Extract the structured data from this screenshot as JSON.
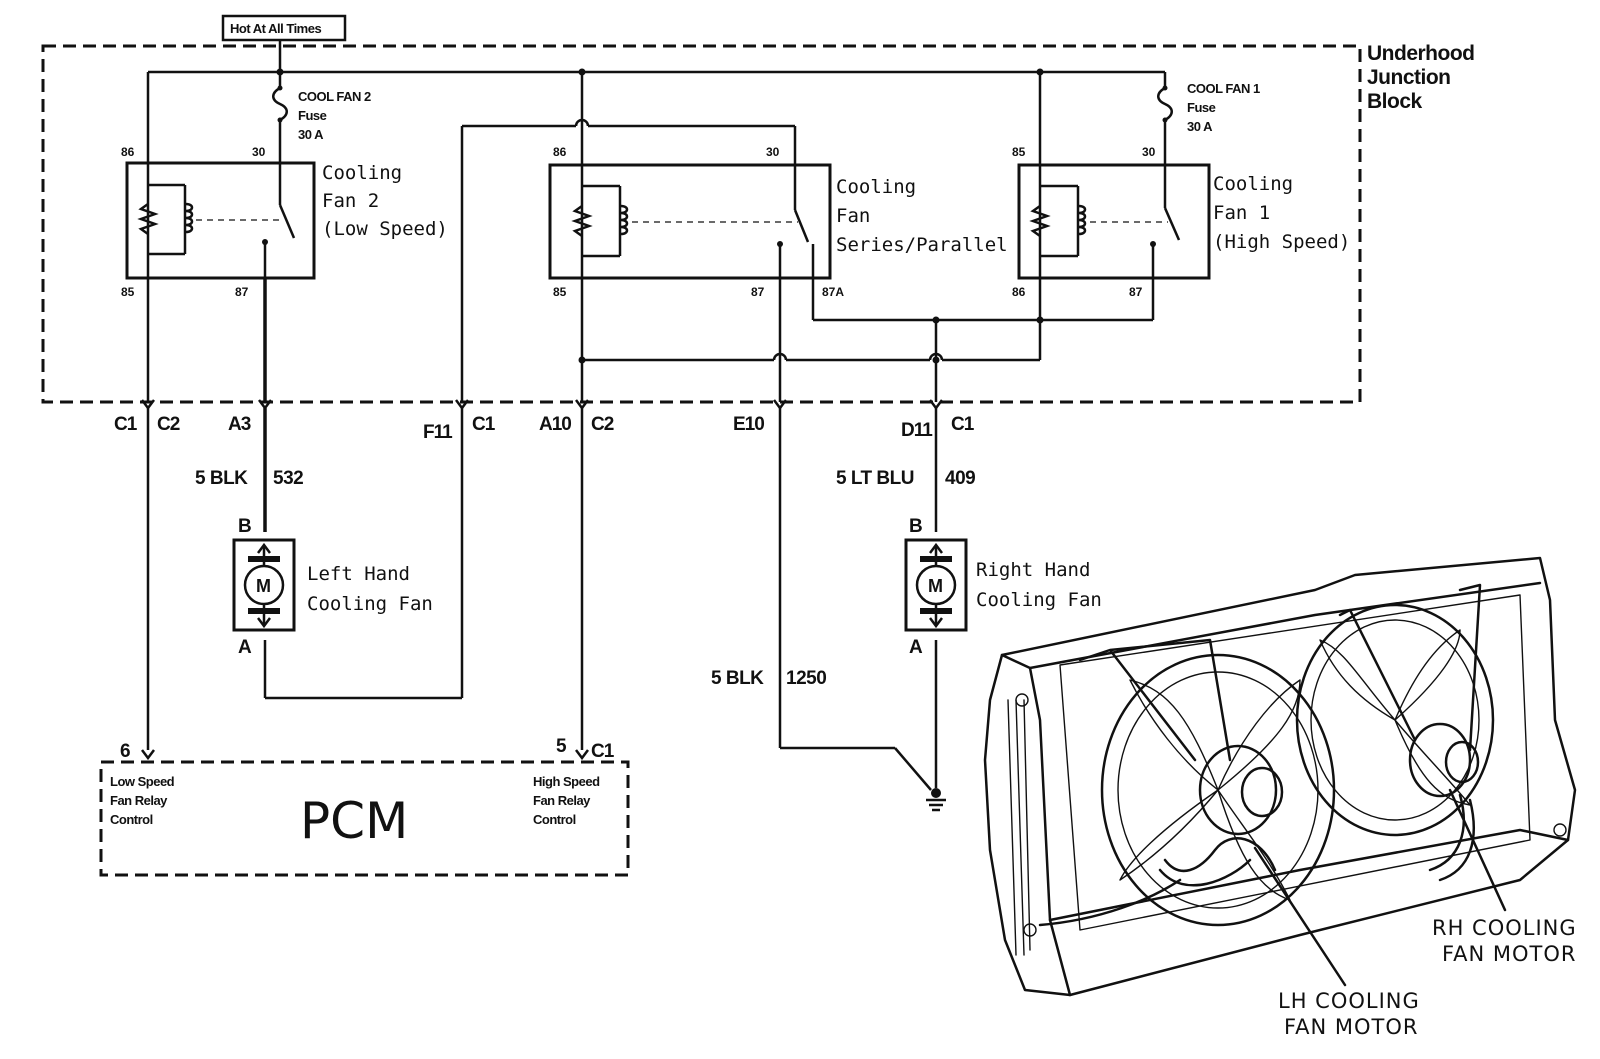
{
  "hot_label": "Hot At All Times",
  "block_label": [
    "Underhood",
    "Junction",
    "Block"
  ],
  "fuses": {
    "fan2": [
      "COOL FAN 2",
      "Fuse",
      "30 A"
    ],
    "fan1": [
      "COOL FAN 1",
      "Fuse",
      "30 A"
    ]
  },
  "relays": {
    "fan2": {
      "lines": [
        "Cooling",
        "Fan 2",
        "(Low Speed)"
      ],
      "pins": [
        "86",
        "30",
        "85",
        "87"
      ]
    },
    "series": {
      "lines": [
        "Cooling",
        "Fan",
        "Series/Parallel"
      ],
      "pins": [
        "86",
        "30",
        "85",
        "87",
        "87A"
      ]
    },
    "fan1": {
      "lines": [
        "Cooling",
        "Fan 1",
        "(High Speed)"
      ],
      "pins": [
        "85",
        "30",
        "86",
        "87"
      ]
    }
  },
  "connectors": {
    "c1": "C1",
    "c2a": "C2",
    "a3": "A3",
    "f11": "F11",
    "c1b": "C1",
    "a10": "A10",
    "c2b": "C2",
    "e10": "E10",
    "d11": "D11",
    "c1c": "C1",
    "pcm6": "6",
    "pcm5": "5",
    "pcm_c1": "C1"
  },
  "wires": {
    "lh_size_color": "5 BLK",
    "lh_circuit": "532",
    "rh_size_color": "5 LT BLU",
    "rh_circuit": "409",
    "ground_size_color": "5 BLK",
    "ground_circuit": "1250"
  },
  "motors": {
    "lh": {
      "lines": [
        "Left Hand",
        "Cooling Fan"
      ],
      "pin_top": "B",
      "pin_bottom": "A",
      "symbol": "M"
    },
    "rh": {
      "lines": [
        "Right Hand",
        "Cooling Fan"
      ],
      "pin_top": "B",
      "pin_bottom": "A",
      "symbol": "M"
    }
  },
  "pcm": {
    "title": "PCM",
    "low": [
      "Low Speed",
      "Fan Relay",
      "Control"
    ],
    "high": [
      "High Speed",
      "Fan Relay",
      "Control"
    ]
  },
  "illustration": {
    "rh_callout": [
      "RH COOLING",
      "FAN MOTOR"
    ],
    "lh_callout": [
      "LH COOLING",
      "FAN MOTOR"
    ]
  }
}
